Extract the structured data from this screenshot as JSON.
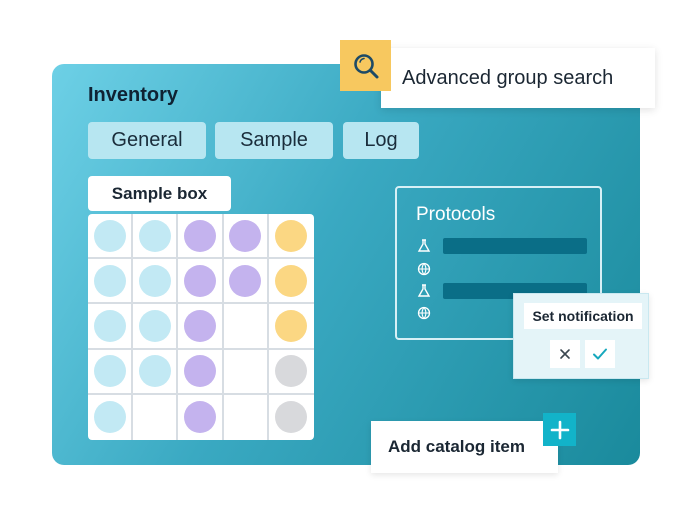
{
  "inventory": {
    "title": "Inventory",
    "tabs": [
      {
        "label": "General"
      },
      {
        "label": "Sample"
      },
      {
        "label": "Log"
      }
    ]
  },
  "sample_box": {
    "label": "Sample box",
    "rows": [
      [
        "blue",
        "blue",
        "purple",
        "purple",
        "yellow"
      ],
      [
        "blue",
        "blue",
        "purple",
        "purple",
        "yellow"
      ],
      [
        "blue",
        "blue",
        "purple",
        "empty",
        "yellow"
      ],
      [
        "blue",
        "blue",
        "purple",
        "empty",
        "gray"
      ],
      [
        "blue",
        "empty",
        "purple",
        "empty",
        "gray"
      ]
    ],
    "colors": {
      "blue": "#c2e9f4",
      "purple": "#c4b3ee",
      "yellow": "#fbd783",
      "gray": "#d8d9dc"
    }
  },
  "protocols": {
    "title": "Protocols",
    "items": [
      {
        "icon": "flask-icon"
      },
      {
        "icon": "globe-icon"
      },
      {
        "icon": "flask-icon"
      },
      {
        "icon": "globe-icon"
      }
    ]
  },
  "search": {
    "label": "Advanced group search",
    "icon": "search-icon",
    "accent": "#f7c85f"
  },
  "notification": {
    "label": "Set notification",
    "cancel_icon": "close-icon",
    "confirm_icon": "check-icon"
  },
  "catalog": {
    "label": "Add catalog item",
    "icon": "plus-icon",
    "accent": "#12b3c9"
  }
}
